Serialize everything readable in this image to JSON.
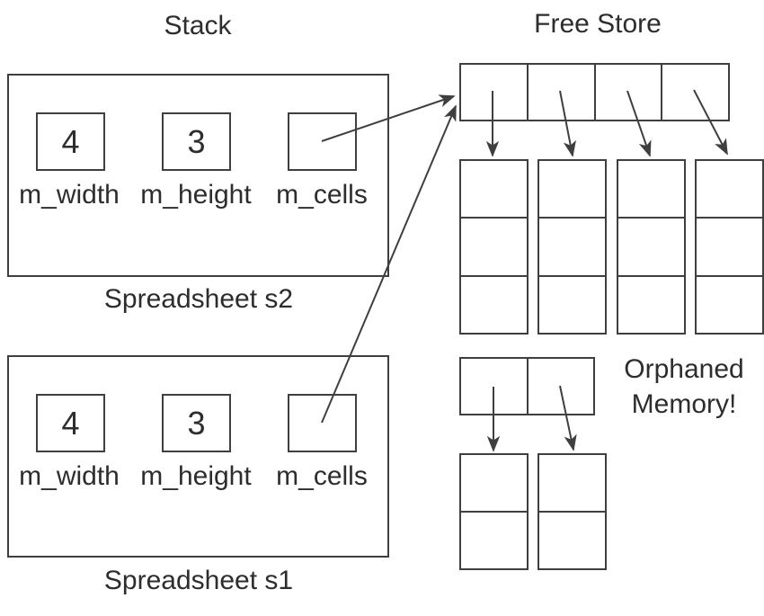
{
  "colors": {
    "line": "#3f3f3f",
    "text": "#2d2d2d",
    "background": "#ffffff"
  },
  "stack": {
    "title": "Stack",
    "objects": [
      {
        "caption": "Spreadsheet s2",
        "members": [
          {
            "name": "m_width",
            "value": "4"
          },
          {
            "name": "m_height",
            "value": "3"
          },
          {
            "name": "m_cells",
            "value": ""
          }
        ]
      },
      {
        "caption": "Spreadsheet s1",
        "members": [
          {
            "name": "m_width",
            "value": "4"
          },
          {
            "name": "m_height",
            "value": "3"
          },
          {
            "name": "m_cells",
            "value": ""
          }
        ]
      }
    ]
  },
  "free_store": {
    "title": "Free Store",
    "pointer_cells": 4,
    "columns": 4,
    "rows_per_column": 3
  },
  "orphaned_memory": {
    "label": [
      "Orphaned",
      "Memory!"
    ],
    "pointer_cells": 2,
    "columns": 2,
    "rows_per_column": 2
  }
}
